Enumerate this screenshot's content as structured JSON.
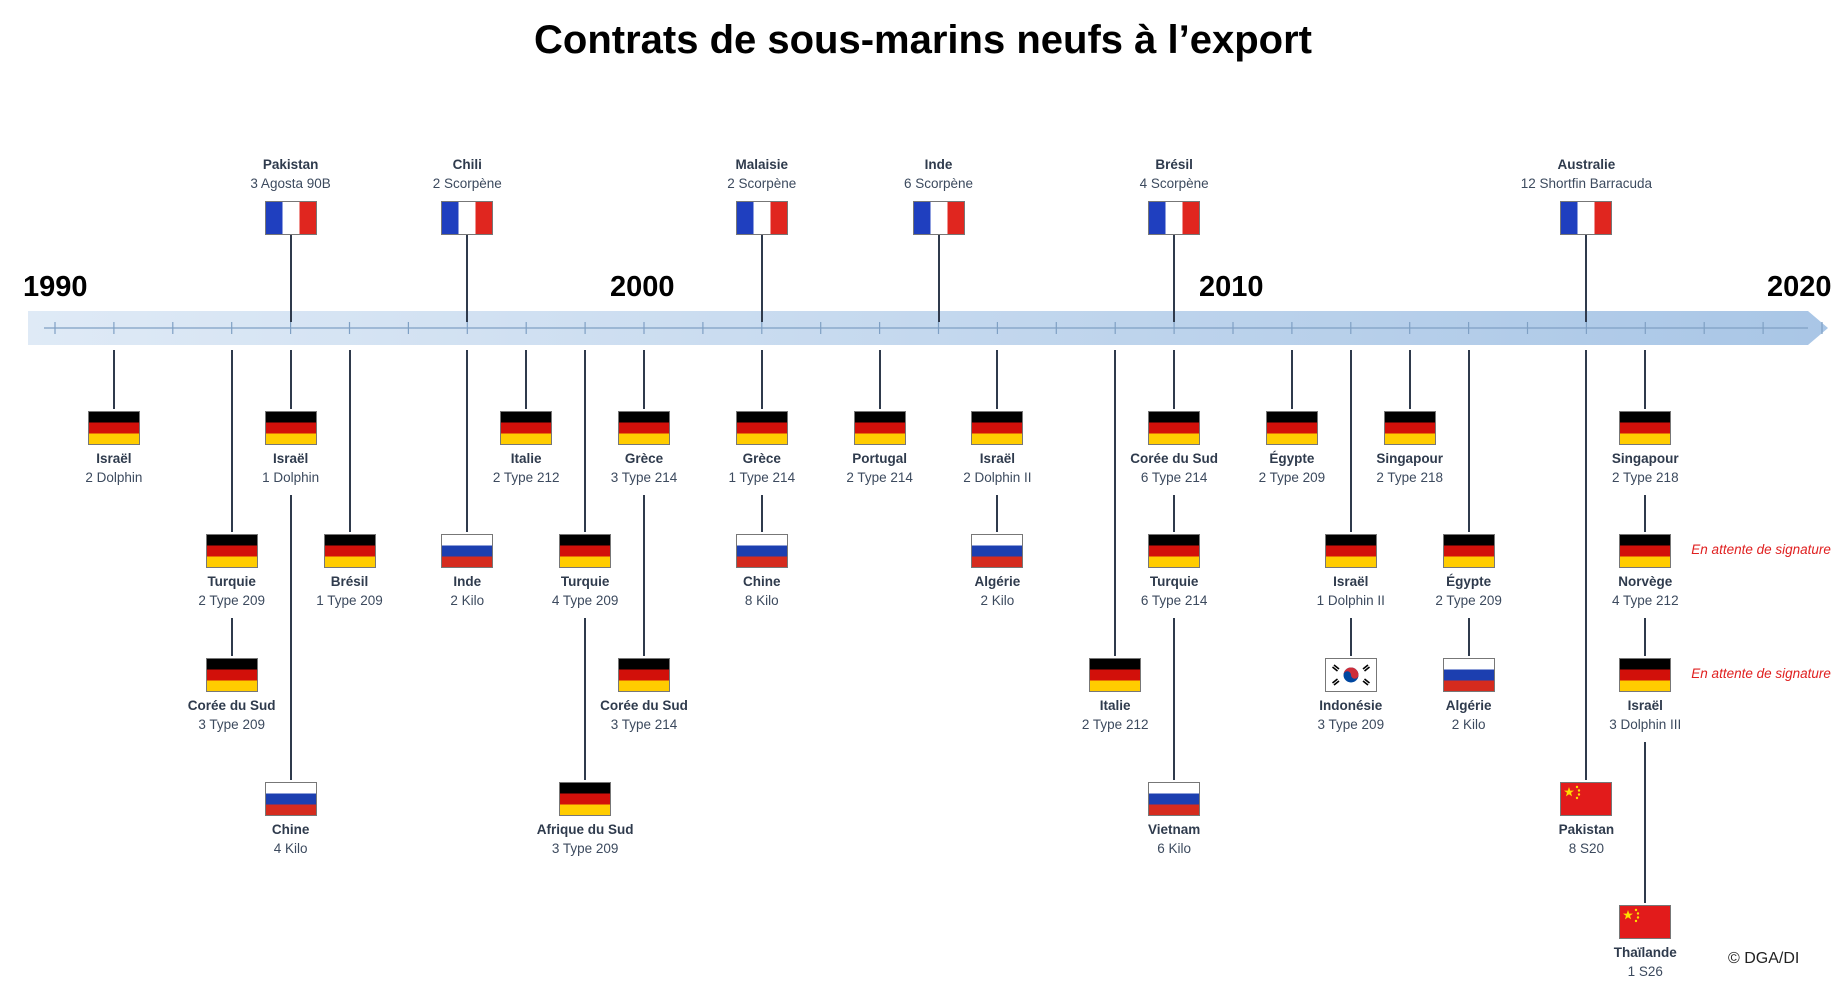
{
  "title": "Contrats de sous-marins neufs à l’export",
  "credit": "© DGA/DI",
  "colors": {
    "arrow": "#cfe0f2",
    "line": "#2f3a4c",
    "note": "#e02020"
  },
  "timeline": {
    "start_year": 1990,
    "end_year": 2020,
    "labels": [
      "1990",
      "2000",
      "2010",
      "2020"
    ]
  },
  "contracts": [
    {
      "year": 1994,
      "country": "Pakistan",
      "detail": "3 Agosta 90B",
      "flag": "fr",
      "side": "above"
    },
    {
      "year": 1997,
      "country": "Chili",
      "detail": "2 Scorpène",
      "flag": "fr",
      "side": "above"
    },
    {
      "year": 2002,
      "country": "Malaisie",
      "detail": "2 Scorpène",
      "flag": "fr",
      "side": "above"
    },
    {
      "year": 2005,
      "country": "Inde",
      "detail": "6 Scorpène",
      "flag": "fr",
      "side": "above"
    },
    {
      "year": 2009,
      "country": "Brésil",
      "detail": "4 Scorpène",
      "flag": "fr",
      "side": "above"
    },
    {
      "year": 2016,
      "country": "Australie",
      "detail": "12 Shortfin Barracuda",
      "flag": "fr",
      "side": "above"
    },
    {
      "year": 1991,
      "row": 1,
      "country": "Israël",
      "detail": "2 Dolphin",
      "flag": "de"
    },
    {
      "year": 1993,
      "row": 2,
      "country": "Turquie",
      "detail": "2 Type 209",
      "flag": "de"
    },
    {
      "year": 1993,
      "row": 3,
      "country": "Corée du Sud",
      "detail": "3 Type 209",
      "flag": "de"
    },
    {
      "year": 1994,
      "row": 1,
      "country": "Israël",
      "detail": "1 Dolphin",
      "flag": "de"
    },
    {
      "year": 1994,
      "row": 4,
      "country": "Chine",
      "detail": "4 Kilo",
      "flag": "ru"
    },
    {
      "year": 1995,
      "row": 2,
      "country": "Brésil",
      "detail": "1 Type 209",
      "flag": "de"
    },
    {
      "year": 1997,
      "row": 2,
      "country": "Inde",
      "detail": "2 Kilo",
      "flag": "ru"
    },
    {
      "year": 1998,
      "row": 1,
      "country": "Italie",
      "detail": "2 Type 212",
      "flag": "de"
    },
    {
      "year": 1999,
      "row": 2,
      "country": "Turquie",
      "detail": "4 Type 209",
      "flag": "de"
    },
    {
      "year": 1999,
      "row": 4,
      "country": "Afrique du Sud",
      "detail": "3 Type 209",
      "flag": "de"
    },
    {
      "year": 2000,
      "row": 1,
      "country": "Grèce",
      "detail": "3 Type 214",
      "flag": "de"
    },
    {
      "year": 2000,
      "row": 3,
      "country": "Corée du Sud",
      "detail": "3 Type 214",
      "flag": "de"
    },
    {
      "year": 2002,
      "row": 1,
      "country": "Grèce",
      "detail": "1 Type 214",
      "flag": "de"
    },
    {
      "year": 2002,
      "row": 2,
      "country": "Chine",
      "detail": "8 Kilo",
      "flag": "ru"
    },
    {
      "year": 2004,
      "row": 1,
      "country": "Portugal",
      "detail": "2 Type 214",
      "flag": "de"
    },
    {
      "year": 2006,
      "row": 1,
      "country": "Israël",
      "detail": "2 Dolphin II",
      "flag": "de"
    },
    {
      "year": 2006,
      "row": 2,
      "country": "Algérie",
      "detail": "2 Kilo",
      "flag": "ru"
    },
    {
      "year": 2008,
      "row": 3,
      "country": "Italie",
      "detail": "2 Type 212",
      "flag": "de"
    },
    {
      "year": 2009,
      "row": 1,
      "country": "Corée du Sud",
      "detail": "6 Type 214",
      "flag": "de"
    },
    {
      "year": 2009,
      "row": 2,
      "country": "Turquie",
      "detail": "6 Type 214",
      "flag": "de"
    },
    {
      "year": 2009,
      "row": 4,
      "country": "Vietnam",
      "detail": "6 Kilo",
      "flag": "ru"
    },
    {
      "year": 2011,
      "row": 1,
      "country": "Égypte",
      "detail": "2 Type 209",
      "flag": "de"
    },
    {
      "year": 2012,
      "row": 2,
      "country": "Israël",
      "detail": "1 Dolphin II",
      "flag": "de"
    },
    {
      "year": 2012,
      "row": 3,
      "country": "Indonésie",
      "detail": "3 Type 209",
      "flag": "kr"
    },
    {
      "year": 2013,
      "row": 1,
      "country": "Singapour",
      "detail": "2 Type 218",
      "flag": "de"
    },
    {
      "year": 2014,
      "row": 2,
      "country": "Égypte",
      "detail": "2 Type 209",
      "flag": "de"
    },
    {
      "year": 2014,
      "row": 3,
      "country": "Algérie",
      "detail": "2 Kilo",
      "flag": "ru"
    },
    {
      "year": 2016,
      "row": 4,
      "country": "Pakistan",
      "detail": "8 S20",
      "flag": "cn"
    },
    {
      "year": 2017,
      "row": 1,
      "country": "Singapour",
      "detail": "2 Type 218",
      "flag": "de"
    },
    {
      "year": 2017,
      "row": 2,
      "country": "Norvège",
      "detail": "4 Type 212",
      "flag": "de",
      "note": "En attente de signature"
    },
    {
      "year": 2017,
      "row": 3,
      "country": "Israël",
      "detail": "3 Dolphin III",
      "flag": "de",
      "note": "En attente de signature"
    },
    {
      "year": 2017,
      "row": 5,
      "country": "Thaïlande",
      "detail": "1 S26",
      "flag": "cn"
    }
  ]
}
